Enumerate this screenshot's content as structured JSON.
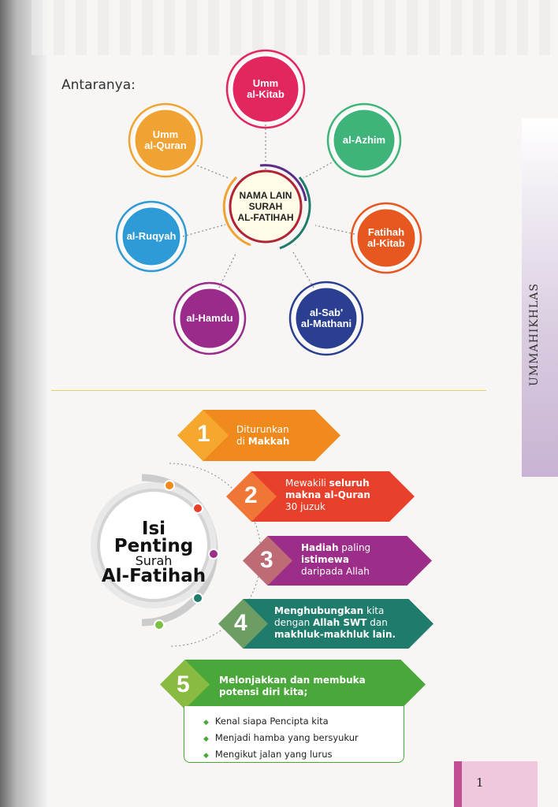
{
  "intro": "Antaranya:",
  "center": "NAMA LAIN\nSURAH\nAL-FATIHAH",
  "names": [
    {
      "label": "Umm\nal-Kitab",
      "color": "#e1275e"
    },
    {
      "label": "Umm\nal-Quran",
      "color": "#f0a232"
    },
    {
      "label": "al-Azhim",
      "color": "#3fb47a"
    },
    {
      "label": "al-Ruqyah",
      "color": "#2f9bd6"
    },
    {
      "label": "Fatihah\nal-Kitab",
      "color": "#e6581f"
    },
    {
      "label": "al-Hamdu",
      "color": "#9a2b8b"
    },
    {
      "label": "al-Sab'\nal-Mathani",
      "color": "#2b3f92"
    }
  ],
  "side_tab": "UMMAHIKHLAS",
  "isi": {
    "line1": "Isi",
    "line2": "Penting",
    "line3": "Surah",
    "line4": "Al-Fatihah"
  },
  "points": [
    {
      "num": "1",
      "a": "Diturunkan",
      "b": "di ",
      "c": "Makkah",
      "color": "#f08a1c"
    },
    {
      "num": "2",
      "a": "Mewakili ",
      "b": "seluruh",
      "c": "makna al-Quran",
      "d": "30 juzuk",
      "color": "#e8402a"
    },
    {
      "num": "3",
      "a": "Hadiah",
      "b": " paling",
      "c": "istimewa",
      "d": "daripada Allah",
      "color": "#9c2e8a"
    },
    {
      "num": "4",
      "a": "Menghubungkan",
      "b": " kita",
      "c": "dengan ",
      "d": "Allah SWT",
      "e": " dan",
      "f": "makhluk-makhluk lain.",
      "color": "#1f7c6c"
    },
    {
      "num": "5",
      "a": "Melonjakkan dan membuka",
      "b": "potensi diri kita;",
      "color": "#4aa83a"
    }
  ],
  "list": [
    "Kenal siapa Pencipta kita",
    "Menjadi hamba yang bersyukur",
    "Mengikut jalan yang lurus"
  ],
  "page_number": "1"
}
